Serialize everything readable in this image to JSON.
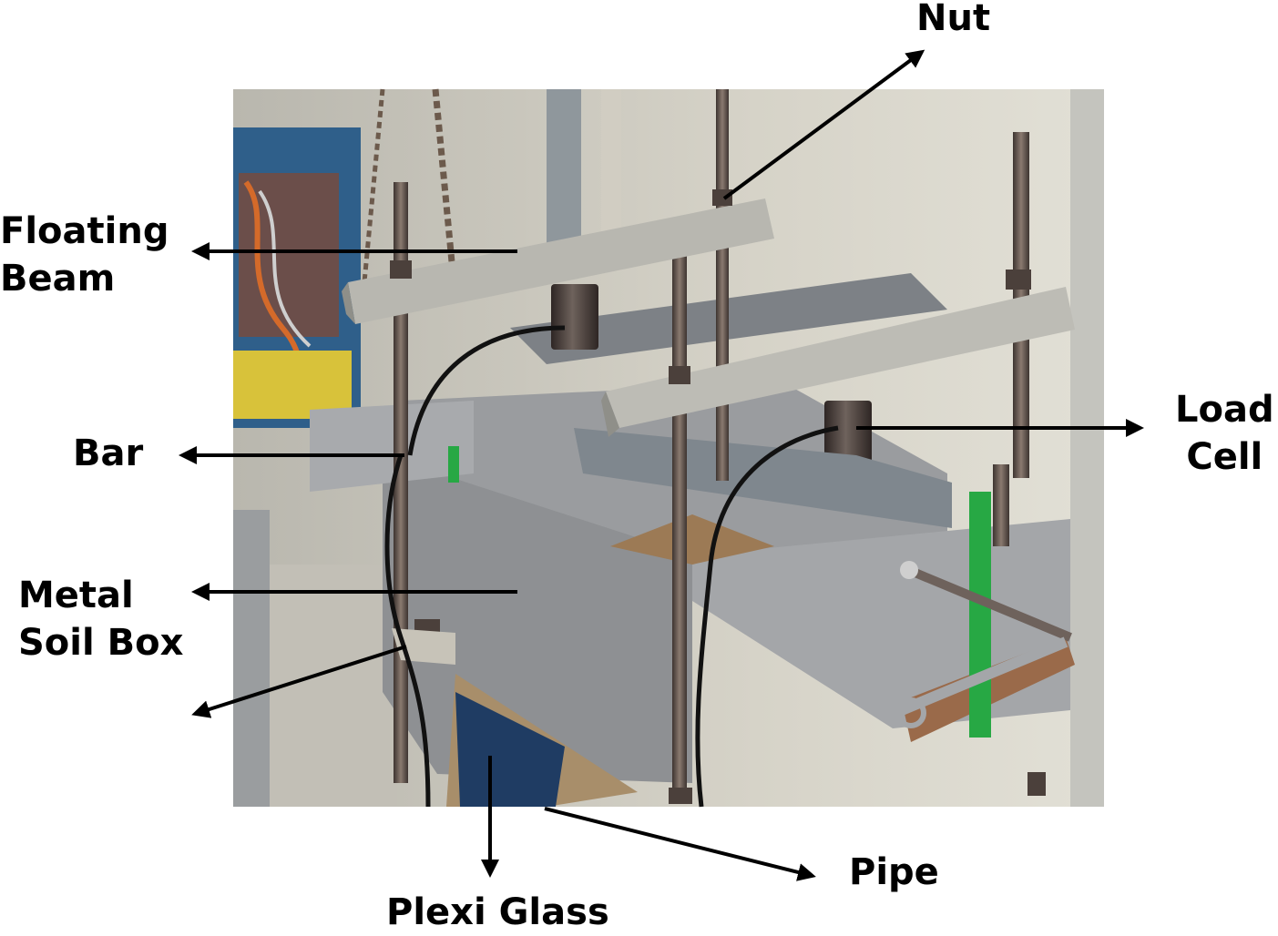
{
  "labels": {
    "nut": "Nut",
    "floating_beam": [
      "Floating",
      "Beam"
    ],
    "bar": "Bar",
    "load_cell": [
      "Load",
      "Cell"
    ],
    "metal_soil_box": [
      "Metal",
      "Soil Box"
    ],
    "plexi_glass": "Plexi Glass",
    "pipe": "Pipe"
  },
  "colors": {
    "photo_background": "#c9c6bd",
    "beam": "#b8b7b0",
    "soil_box": "#8e9093",
    "load_cell": "#4d4340",
    "arrow": "#000000",
    "green_pipe": "#27a844"
  }
}
